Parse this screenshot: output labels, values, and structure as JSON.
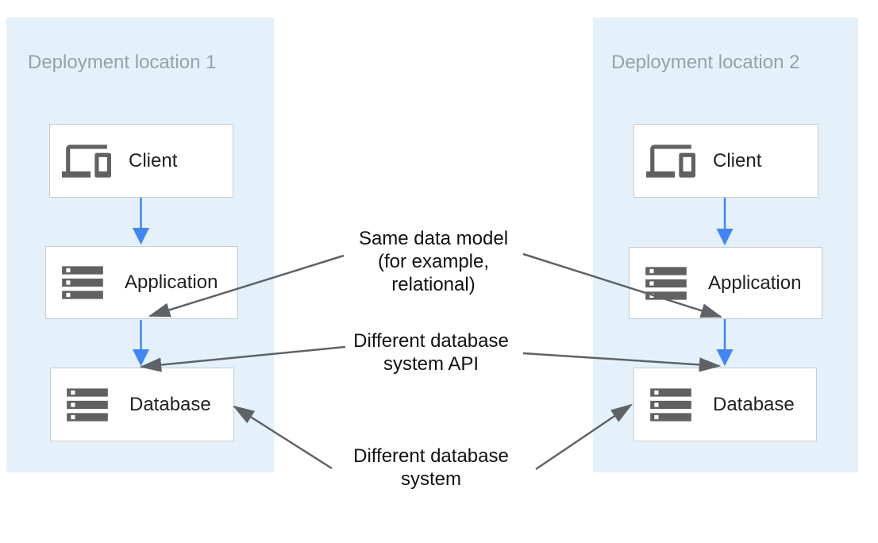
{
  "panels": [
    {
      "title": "Deployment location 1",
      "nodes": [
        {
          "label": "Client",
          "icon": "devices-icon"
        },
        {
          "label": "Application",
          "icon": "storage-icon"
        },
        {
          "label": "Database",
          "icon": "storage-icon"
        }
      ]
    },
    {
      "title": "Deployment location 2",
      "nodes": [
        {
          "label": "Client",
          "icon": "devices-icon"
        },
        {
          "label": "Application",
          "icon": "storage-icon"
        },
        {
          "label": "Database",
          "icon": "storage-icon"
        }
      ]
    }
  ],
  "annotations": [
    {
      "lines": [
        "Same data model",
        "(for example,",
        "relational)"
      ]
    },
    {
      "lines": [
        "Different database",
        "system API"
      ]
    },
    {
      "lines": [
        "Different database",
        "system"
      ]
    }
  ],
  "connections": [
    {
      "type": "flow",
      "panel": 1,
      "from": "Client",
      "to": "Application"
    },
    {
      "type": "flow",
      "panel": 1,
      "from": "Application",
      "to": "Database"
    },
    {
      "type": "flow",
      "panel": 2,
      "from": "Client",
      "to": "Application"
    },
    {
      "type": "flow",
      "panel": 2,
      "from": "Application",
      "to": "Database"
    },
    {
      "type": "annotation",
      "label": "Same data model (for example, relational)",
      "points_to": [
        "Application (location 1)",
        "Application (location 2)"
      ]
    },
    {
      "type": "annotation",
      "label": "Different database system API",
      "points_to": [
        "Database (location 1)",
        "Database (location 2)"
      ]
    },
    {
      "type": "annotation",
      "label": "Different database system",
      "points_to": [
        "Database (location 1)",
        "Database (location 2)"
      ]
    }
  ],
  "colors": {
    "panel_bg": "#E4F1FB",
    "panel_title": "#9AA0A6",
    "node_bg": "#FFFFFF",
    "node_border": "#C8CBCF",
    "node_label": "#212121",
    "icon": "#616161",
    "annotation_text": "#111111",
    "flow_arrow": "#4285F4",
    "annotation_arrow": "#5F6368"
  }
}
